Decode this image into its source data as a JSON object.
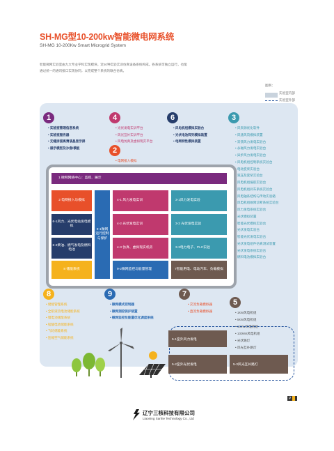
{
  "header": {
    "title": "SH-MG型10-200kw智能微电网系统",
    "subtitle": "SH-MG 10-200Kw Smart Microgrid System"
  },
  "intro": {
    "text": "智能微网实验室由九大专业学科实现模块，近50种实验实训仿真设备系统构成。各系统可独立运行，也能通过统一的通讯接口实现协同，以完成整个系统的联合仿真。",
    "diagram_label": "图例："
  },
  "legend": {
    "inside": "实验室内部",
    "outside": "实验室外部"
  },
  "colors": {
    "accent": "#e8502a",
    "purple": "#7a2a7e",
    "pink": "#c0396e",
    "navy": "#263d6b",
    "teal": "#3b9aaf",
    "yellow": "#f5b21d",
    "blue": "#2a6bb3",
    "brown": "#6e5a50",
    "green": "#8dc63f"
  },
  "modules": {
    "m1": {
      "num": "1",
      "items": [
        "实验室管理信息系统",
        "实验室服务器",
        "无缝拼接高清液晶显示屏",
        "展示模型及沙盘/模板"
      ]
    },
    "m4": {
      "num": "4",
      "items": [
        "光伏发电实训平台",
        "风光互补实训平台",
        "风电仿真及虚拟现实平台"
      ]
    },
    "m6": {
      "num": "6",
      "items": [
        "风电机组模拟实验台",
        "光伏电池阵列模拟装置",
        "电网特性模拟装置"
      ]
    },
    "m3": {
      "num": "3",
      "items": [
        "风资源优化软件",
        "风速风向模拟装置",
        "双馈风力发电实验台",
        "永磁风力发电实验台",
        "异步风力发电实验台",
        "风电机组控制系统实验台",
        "电动变桨实验台",
        "液压及变桨实验台",
        "风电机组偏航实验台",
        "风电机组刹车系统实验台",
        "风电轴系结构与传动实验箱",
        "风电机组故障诊断系统实验台",
        "风力发电系统实验台",
        "光伏模拟装置",
        "智能光伏模拟实验台",
        "光伏发电实验台",
        "智能光伏发电实验台",
        "光伏发电组件仿真测试装置",
        "光伏发电系统实验台",
        "燃料电池模拟实验台"
      ]
    },
    "m2": {
      "num": "2",
      "items": [
        "电网接入模拟"
      ]
    },
    "m8": {
      "num": "8",
      "items": [
        "储能管理系统",
        "全钒液流电池储能系统",
        "锂电池储能系统",
        "铅酸电池储能系统",
        "飞轮储能系统",
        "压缩空气储能系统"
      ]
    },
    "m9": {
      "num": "9",
      "items": [
        "微网模式控制器",
        "微网测控保护装置",
        "微网监控及能量优化调度系统"
      ]
    },
    "m7": {
      "num": "7",
      "items": [
        "交流负载模拟器",
        "直流负载模拟器"
      ]
    },
    "m5": {
      "num": "5",
      "items": [
        "1kW风电机组",
        "5kW风电机组",
        "10kW风电机组",
        "100kW风电机组",
        "光伏路灯",
        "风光互补路灯"
      ]
    }
  },
  "center": {
    "header": "1 微网网络中心：监控、展示",
    "left": [
      "2 电网接入与模拟",
      "6-1风力、光伏电站发电模拟",
      "6-2柴油、燃气发电及燃料电池",
      "8 储能系统"
    ],
    "spine": "9-1微网运行控制与保护",
    "mid": [
      "4-1 风力发电实训",
      "4-2 光伏发电实训",
      "4-3 仿真、虚拟现实机房",
      "9-2微网监控与能量管理"
    ],
    "right": [
      "3-1风力发电实验",
      "3-2 光伏发电实验",
      "3-3电力电子、PLC实验",
      "7智能用电、电动汽车、负载模拟"
    ]
  },
  "outdoor": {
    "left_top": "5-1室外风力发电",
    "left_bottom": "5-2室外光伏发电",
    "right_bottom": "5-3风光互补路灯"
  },
  "footer": {
    "company_cn": "辽宁三核科技有限公司",
    "company_en": "Liaoning Sanhe Technology Co., Ltd",
    "page_mark": "P"
  }
}
